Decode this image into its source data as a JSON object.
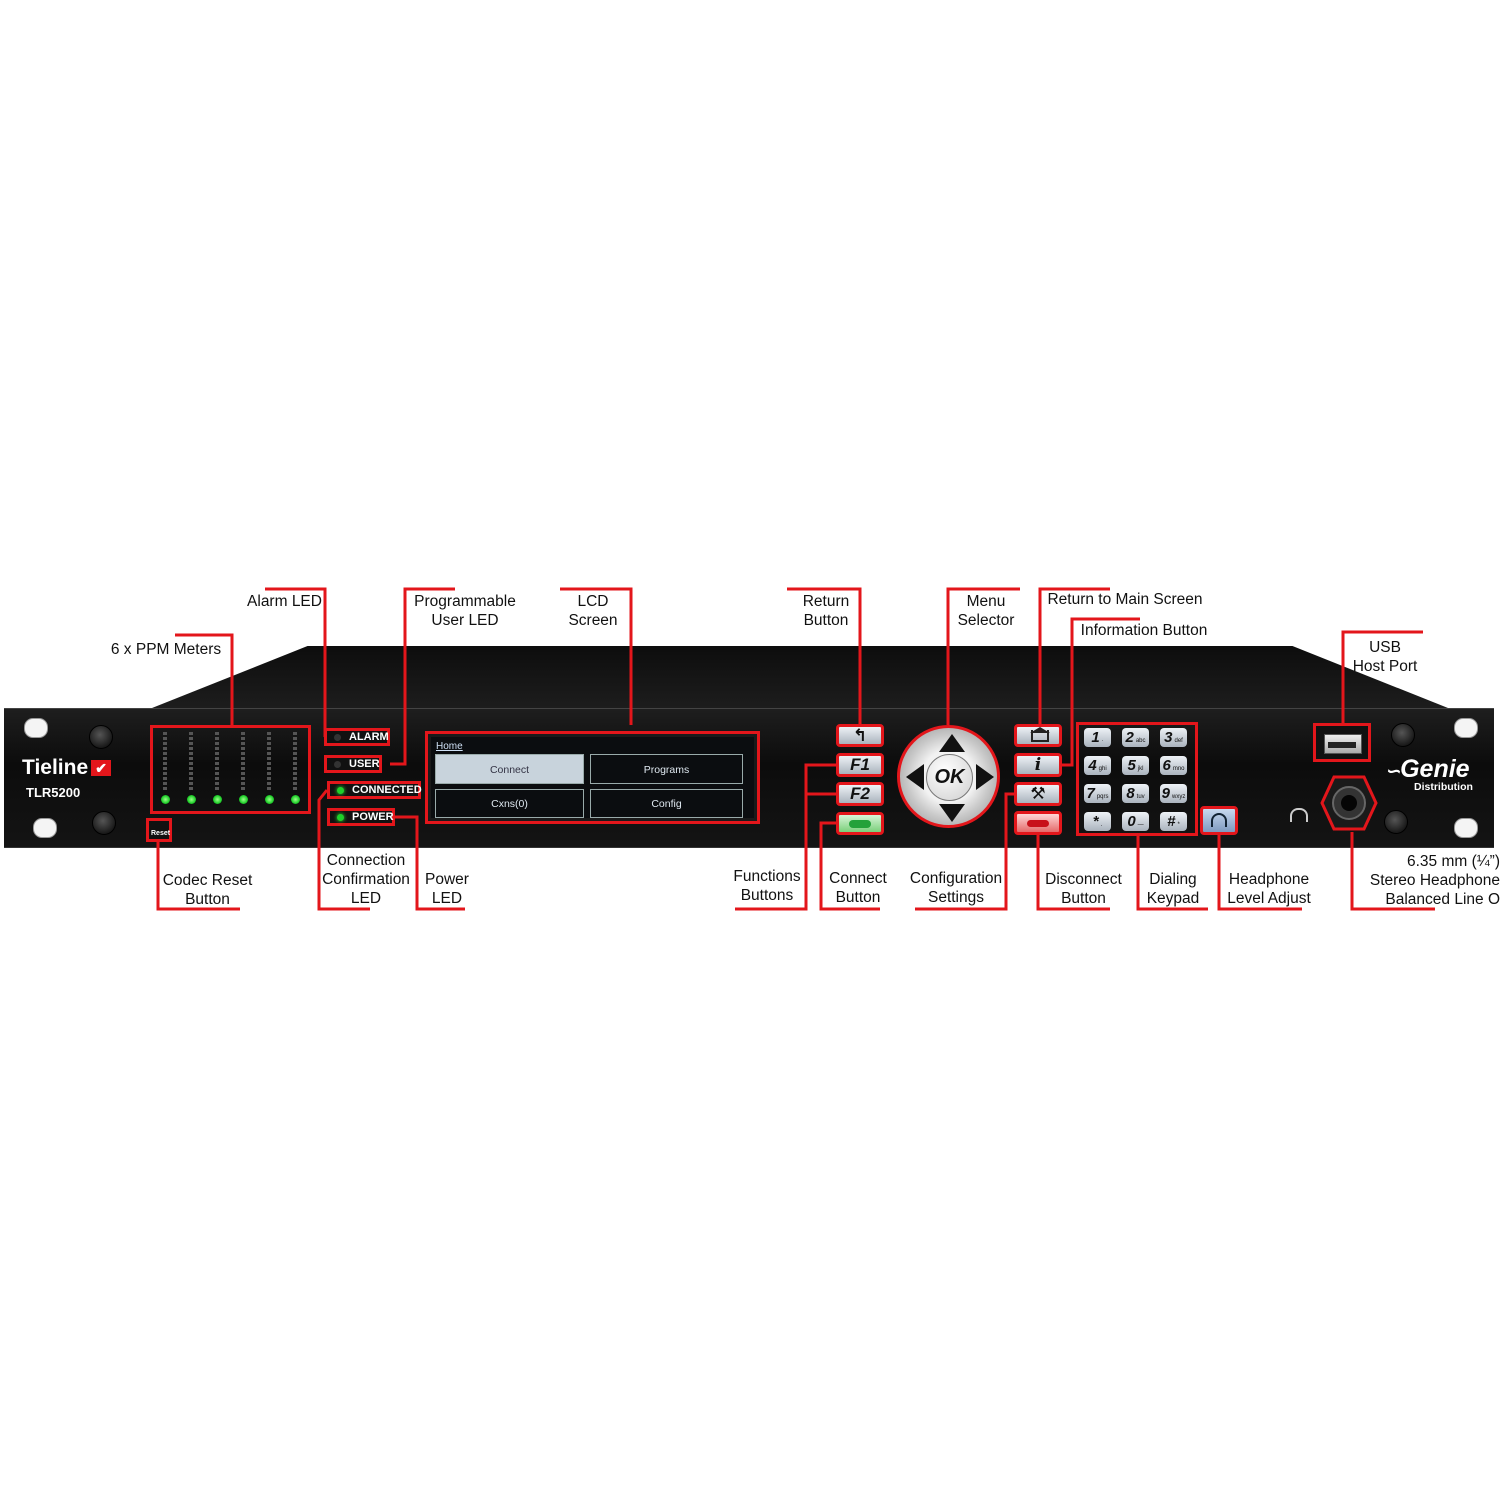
{
  "device": {
    "brand": "Tieline",
    "model": "TLR5200",
    "partner_logo": "Genie",
    "partner_sub": "Distribution"
  },
  "panel": {
    "led_alarm": "ALARM",
    "led_user": "USER",
    "led_connected": "CONNECTED",
    "led_power": "POWER",
    "reset_label": "Reset",
    "meter_count": 6,
    "colors": {
      "callout": "#e3161b",
      "led_green": "#1fcf2a",
      "chassis": "#111111"
    }
  },
  "lcd": {
    "header": "Home",
    "buttons": [
      "Connect",
      "Programs",
      "Cxns(0)",
      "Config"
    ]
  },
  "keys": {
    "return_icon": "return-arrow-icon",
    "f1": "F1",
    "f2": "F2",
    "ok": "OK",
    "home_icon": "home-icon",
    "info": "i",
    "config_icon": "wrench-icon",
    "disconnect_icon": "phone-hangup-icon",
    "headphone_icon": "headphone-icon",
    "keypad": [
      {
        "main": "1",
        "sub": "·"
      },
      {
        "main": "2",
        "sub": "abc"
      },
      {
        "main": "3",
        "sub": "def"
      },
      {
        "main": "4",
        "sub": "ghi"
      },
      {
        "main": "5",
        "sub": "jkl"
      },
      {
        "main": "6",
        "sub": "mno"
      },
      {
        "main": "7",
        "sub": "pqrs"
      },
      {
        "main": "8",
        "sub": "tuv"
      },
      {
        "main": "9",
        "sub": "wxyz"
      },
      {
        "main": "*",
        "sub": "."
      },
      {
        "main": "0",
        "sub": "—"
      },
      {
        "main": "#",
        "sub": "*"
      }
    ]
  },
  "callouts": {
    "alarm_led": "Alarm LED",
    "programmable_user_led": "Programmable\nUser LED",
    "lcd_screen": "LCD\nScreen",
    "ppm_meters": "6 x PPM Meters",
    "return_button": "Return\nButton",
    "menu_selector": "Menu\nSelector",
    "return_main": "Return to Main Screen",
    "information": "Information Button",
    "usb": "USB\nHost Port",
    "codec_reset": "Codec Reset\nButton",
    "connection_led": "Connection\nConfirmation\nLED",
    "power_led": "Power\nLED",
    "functions": "Functions\nButtons",
    "connect_button": "Connect\nButton",
    "configuration": "Configuration\nSettings",
    "disconnect": "Disconnect\nButton",
    "dialing": "Dialing\nKeypad",
    "headphone_level": "Headphone\nLevel Adjust",
    "headphone_out": "6.35 mm (¼”)\nStereo Headphone\nBalanced Line O"
  }
}
